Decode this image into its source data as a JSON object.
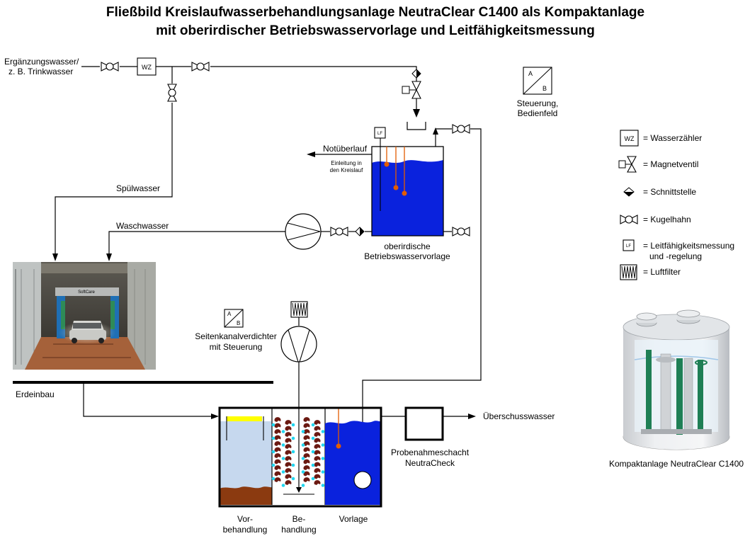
{
  "title": {
    "line1": "Fließbild Kreislaufwasserbehandlungsanlage NeutraClear C1400 als Kompaktanlage",
    "line2": "mit oberirdischer Betriebswasservorlage und Leitfähigkeitsmessung"
  },
  "supply": {
    "line1": "Ergänzungswasser/",
    "line2": "z. B. Trinkwasser",
    "meter_tag": "WZ"
  },
  "control_panel": {
    "line1": "Steuerung,",
    "line2": "Bedienfeld",
    "symbol_a": "A",
    "symbol_b": "B"
  },
  "legend": [
    {
      "icon": "meter-icon",
      "tag": "WZ",
      "label": "= Wasserzähler"
    },
    {
      "icon": "solenoid-valve-icon",
      "tag": "",
      "label": "= Magnetventil"
    },
    {
      "icon": "interface-icon",
      "tag": "",
      "label": "= Schnittstelle"
    },
    {
      "icon": "ball-valve-icon",
      "tag": "",
      "label": "= Kugelhahn"
    },
    {
      "icon": "conductivity-icon",
      "tag": "LF",
      "label": "= Leitfähigkeitsmessung"
    },
    {
      "icon": "",
      "tag": "",
      "label": "und -regelung"
    },
    {
      "icon": "air-filter-icon",
      "tag": "",
      "label": "= Luftfilter"
    }
  ],
  "labels": {
    "notueberlauf": "Notüberlauf",
    "einleitung_1": "Einleitung in",
    "einleitung_2": "den Kreislauf",
    "spuelwasser": "Spülwasser",
    "waschwasser": "Waschwasser",
    "vorlage_1": "oberirdische",
    "vorlage_2": "Betriebswasservorlage",
    "lf_tag": "LF",
    "blower_1": "Seitenkanalverdichter",
    "blower_2": "mit Steuerung",
    "erdeinbau": "Erdeinbau",
    "ueberschuss": "Überschusswasser",
    "probe_1": "Probenahmeschacht",
    "probe_2": "NeutraCheck",
    "vorbehandlung_1": "Vor-",
    "vorbehandlung_2": "behandlung",
    "behandlung_1": "Be-",
    "behandlung_2": "handlung",
    "vorlage_underground": "Vorlage",
    "compact_caption": "Kompaktanlage NeutraClear C1400",
    "carwash_sign": "SoftCare"
  },
  "colors": {
    "water_blue": "#0a22dd",
    "light_water": "#c6d8ee",
    "sludge_brown": "#8b3a10",
    "skimmer_yellow": "#ffff00",
    "sensor_orange": "#e25c00",
    "carrier_maroon": "#6b1a12",
    "bubble_cyan": "#22d6f0",
    "tank_green": "#1f7f55"
  }
}
